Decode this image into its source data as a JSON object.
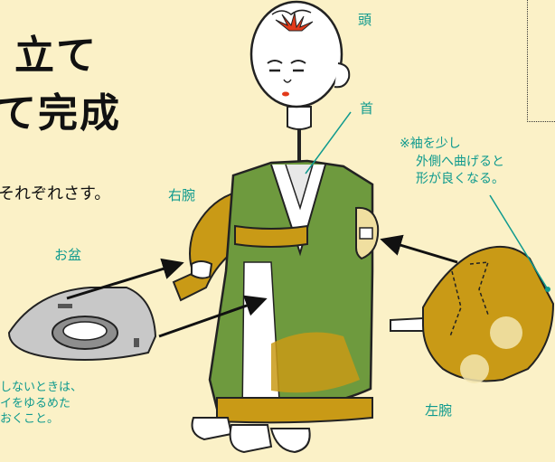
{
  "title": {
    "line1": "立て",
    "line2": "て完成"
  },
  "body_text": "それぞれさす。",
  "labels": {
    "head": "頭",
    "neck": "首",
    "right_arm": "右腕",
    "tray": "お盆",
    "left_arm": "左腕"
  },
  "sleeve_note": {
    "line1": "※袖を少し",
    "line2": "外側へ曲げると",
    "line3": "形が良くなる。"
  },
  "tray_note": {
    "line1": "しないときは、",
    "line2": "イをゆるめた",
    "line3": "おくこと。"
  },
  "colors": {
    "background": "#fbf1c7",
    "label_text": "#0f9a8e",
    "kimono_green": "#6e9a3e",
    "hakama_gold": "#c99a16",
    "skin": "#ffffff",
    "tray_gray": "#c8c8c8"
  }
}
